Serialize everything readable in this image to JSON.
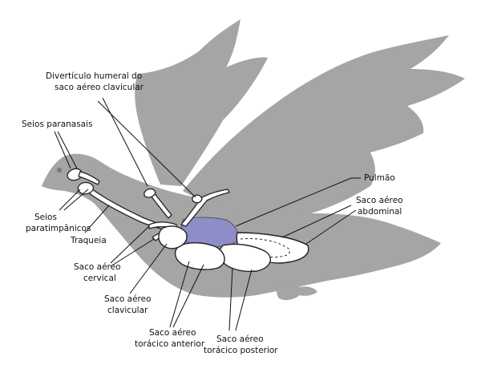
{
  "colors": {
    "silhouette": "#a5a5a5",
    "lung": "#8f8dc7",
    "sac_fill": "#ffffff",
    "outline": "#222222",
    "label_text": "#111111"
  },
  "labels": {
    "humeral_diverticulum": [
      "Divertículo humeral do",
      "saco aéreo clavicular"
    ],
    "paranasal_sinuses": "Seios paranasais",
    "paratympanic_sinuses": [
      "Seios",
      "paratimpânicos"
    ],
    "trachea": "Traqueia",
    "cervical_sac": [
      "Saco aéreo",
      "cervical"
    ],
    "clavicular_sac": [
      "Saco aéreo",
      "clavicular"
    ],
    "anterior_thoracic_sac": [
      "Saco aéreo",
      "torácico anterior"
    ],
    "posterior_thoracic_sac": [
      "Saco aéreo",
      "torácico posterior"
    ],
    "lung": "Pulmão",
    "abdominal_sac": [
      "Saco aéreo",
      "abdominal"
    ]
  }
}
